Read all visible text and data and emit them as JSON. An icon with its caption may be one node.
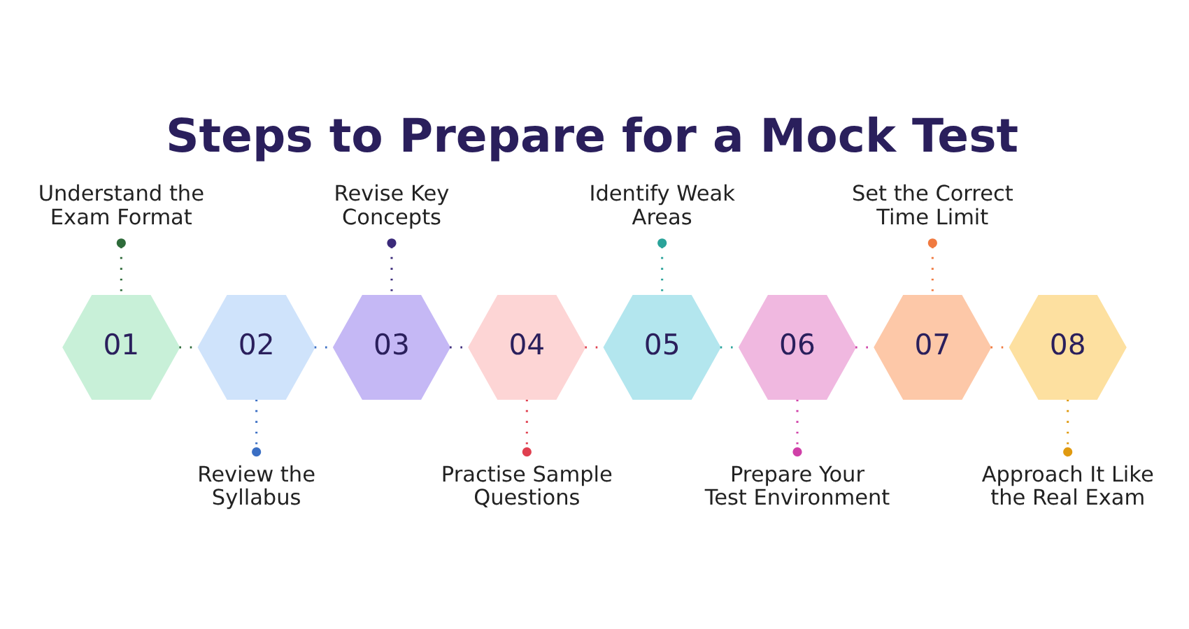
{
  "diagram": {
    "title": "Steps to Prepare for a Mock Test",
    "nodes": [
      {
        "text": [
          "Understand the Exam Format"
        ]
      },
      {
        "text": [
          "01"
        ]
      },
      {
        "text": [
          "02"
        ]
      },
      {
        "text": [
          "Review the Syllabus"
        ]
      },
      {
        "text": [
          "Revise Key Concepts"
        ]
      },
      {
        "text": [
          "03"
        ]
      },
      {
        "text": [
          "04"
        ]
      },
      {
        "text": [
          "Practise Sample Questions"
        ]
      },
      {
        "text": [
          "Identify Weak Areas"
        ]
      },
      {
        "text": [
          "05"
        ]
      },
      {
        "text": [
          "06"
        ]
      },
      {
        "text": [
          "Prepare Your Test Environment"
        ]
      },
      {
        "text": [
          "Set the Correct Time Limit"
        ]
      },
      {
        "text": [
          "07"
        ]
      },
      {
        "text": [
          "08"
        ]
      },
      {
        "text": [
          "Approach It Like the Real Exam"
        ]
      }
    ],
    "edges": [
      {
        "from": 0,
        "to": 1,
        "arrow": "other",
        "style": "dashed",
        "color": "#2e6b3a"
      },
      {
        "from": 1,
        "to": 2,
        "arrow": "none",
        "style": "dashed",
        "color": "#2e6b3a"
      },
      {
        "from": 2,
        "to": 3,
        "arrow": "other",
        "style": "dashed",
        "color": "#3b6fc4"
      },
      {
        "from": 2,
        "to": 5,
        "arrow": "none",
        "style": "dashed",
        "color": "#3b6fc4"
      },
      {
        "from": 4,
        "to": 5,
        "arrow": "other",
        "style": "dashed",
        "color": "#3b2a7a"
      },
      {
        "from": 5,
        "to": 6,
        "arrow": "none",
        "style": "dashed",
        "color": "#3b2a7a"
      },
      {
        "from": 6,
        "to": 7,
        "arrow": "other",
        "style": "dashed",
        "color": "#e04050"
      },
      {
        "from": 6,
        "to": 9,
        "arrow": "none",
        "style": "dashed",
        "color": "#e04050"
      },
      {
        "from": 8,
        "to": 9,
        "arrow": "other",
        "style": "dashed",
        "color": "#2aa39a"
      },
      {
        "from": 9,
        "to": 10,
        "arrow": "none",
        "style": "dashed",
        "color": "#2aa39a"
      },
      {
        "from": 10,
        "to": 11,
        "arrow": "other",
        "style": "dashed",
        "color": "#d040a8"
      },
      {
        "from": 10,
        "to": 13,
        "arrow": "none",
        "style": "dashed",
        "color": "#d040a8"
      },
      {
        "from": 12,
        "to": 13,
        "arrow": "other",
        "style": "dashed",
        "color": "#f07a40"
      },
      {
        "from": 13,
        "to": 14,
        "arrow": "none",
        "style": "dashed",
        "color": "#f07a40"
      },
      {
        "from": 14,
        "to": 15,
        "arrow": "other",
        "style": "dashed",
        "color": "#e09a10"
      }
    ]
  }
}
